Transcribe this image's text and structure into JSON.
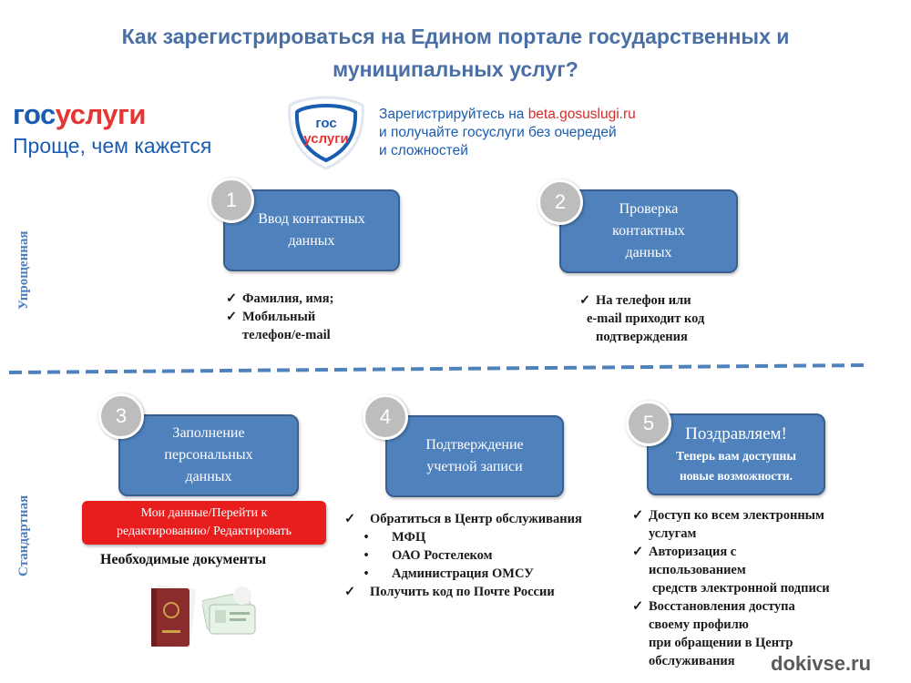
{
  "title": {
    "line1": "Как зарегистрироваться на Едином портале государственных и",
    "line2": "муниципальных услуг?"
  },
  "logo": {
    "part1": "гос",
    "part2": "услуги",
    "slogan": "Проще, чем кажется"
  },
  "shield_logo": {
    "line1": "гос",
    "line2": "услуги"
  },
  "banner": {
    "line1_prefix": "Зарегистрируйтесь на ",
    "line1_link": "beta.gosuslugi.ru",
    "line2": "и получайте госуслуги без очередей",
    "line3": "и сложностей"
  },
  "sections": {
    "simplified": "Упрощенная",
    "standard": "Стандартная"
  },
  "steps": [
    {
      "number": "1",
      "lines": [
        "Ввод контактных",
        "данных"
      ]
    },
    {
      "number": "2",
      "lines": [
        "Проверка",
        "контактных",
        "данных"
      ]
    },
    {
      "number": "3",
      "lines": [
        "Заполнение",
        "персональных",
        "данных"
      ]
    },
    {
      "number": "4",
      "lines": [
        "Подтверждение",
        "учетной записи"
      ]
    },
    {
      "number": "5",
      "lines": [
        "Поздравляем!",
        "Теперь вам доступны",
        "новые возможности."
      ]
    }
  ],
  "step1_list": [
    "Фамилия, имя;",
    "Мобильный",
    "телефон/e-mail"
  ],
  "step2_list": [
    "На телефон или",
    "e-mail приходит  код",
    "подтверждения"
  ],
  "step3_button": {
    "line1": "Мои данные/Перейти к",
    "line2": "редактированию/ Редактировать"
  },
  "step3_docs": "Необходимые документы",
  "step4_list": {
    "item1": "Обратиться в Центр обслуживания",
    "bullets": [
      "МФЦ",
      "ОАО Ростелеком",
      "Администрация ОМСУ"
    ],
    "item2": "Получить код по Почте России"
  },
  "step5_list": [
    "Доступ ко всем электронным",
    "услугам",
    "Авторизация с",
    "использованием",
    "средств электронной подписи",
    "Восстановления доступа",
    "своему профилю",
    "при обращении в Центр",
    "обслуживания"
  ],
  "watermark": "dokivse.ru",
  "colors": {
    "title": "#4a6fa5",
    "box": "#4f81bd",
    "brand_blue": "#1a5cb0",
    "brand_red": "#e53535",
    "button_red": "#e81d1d",
    "dash": "#4f81bd"
  }
}
